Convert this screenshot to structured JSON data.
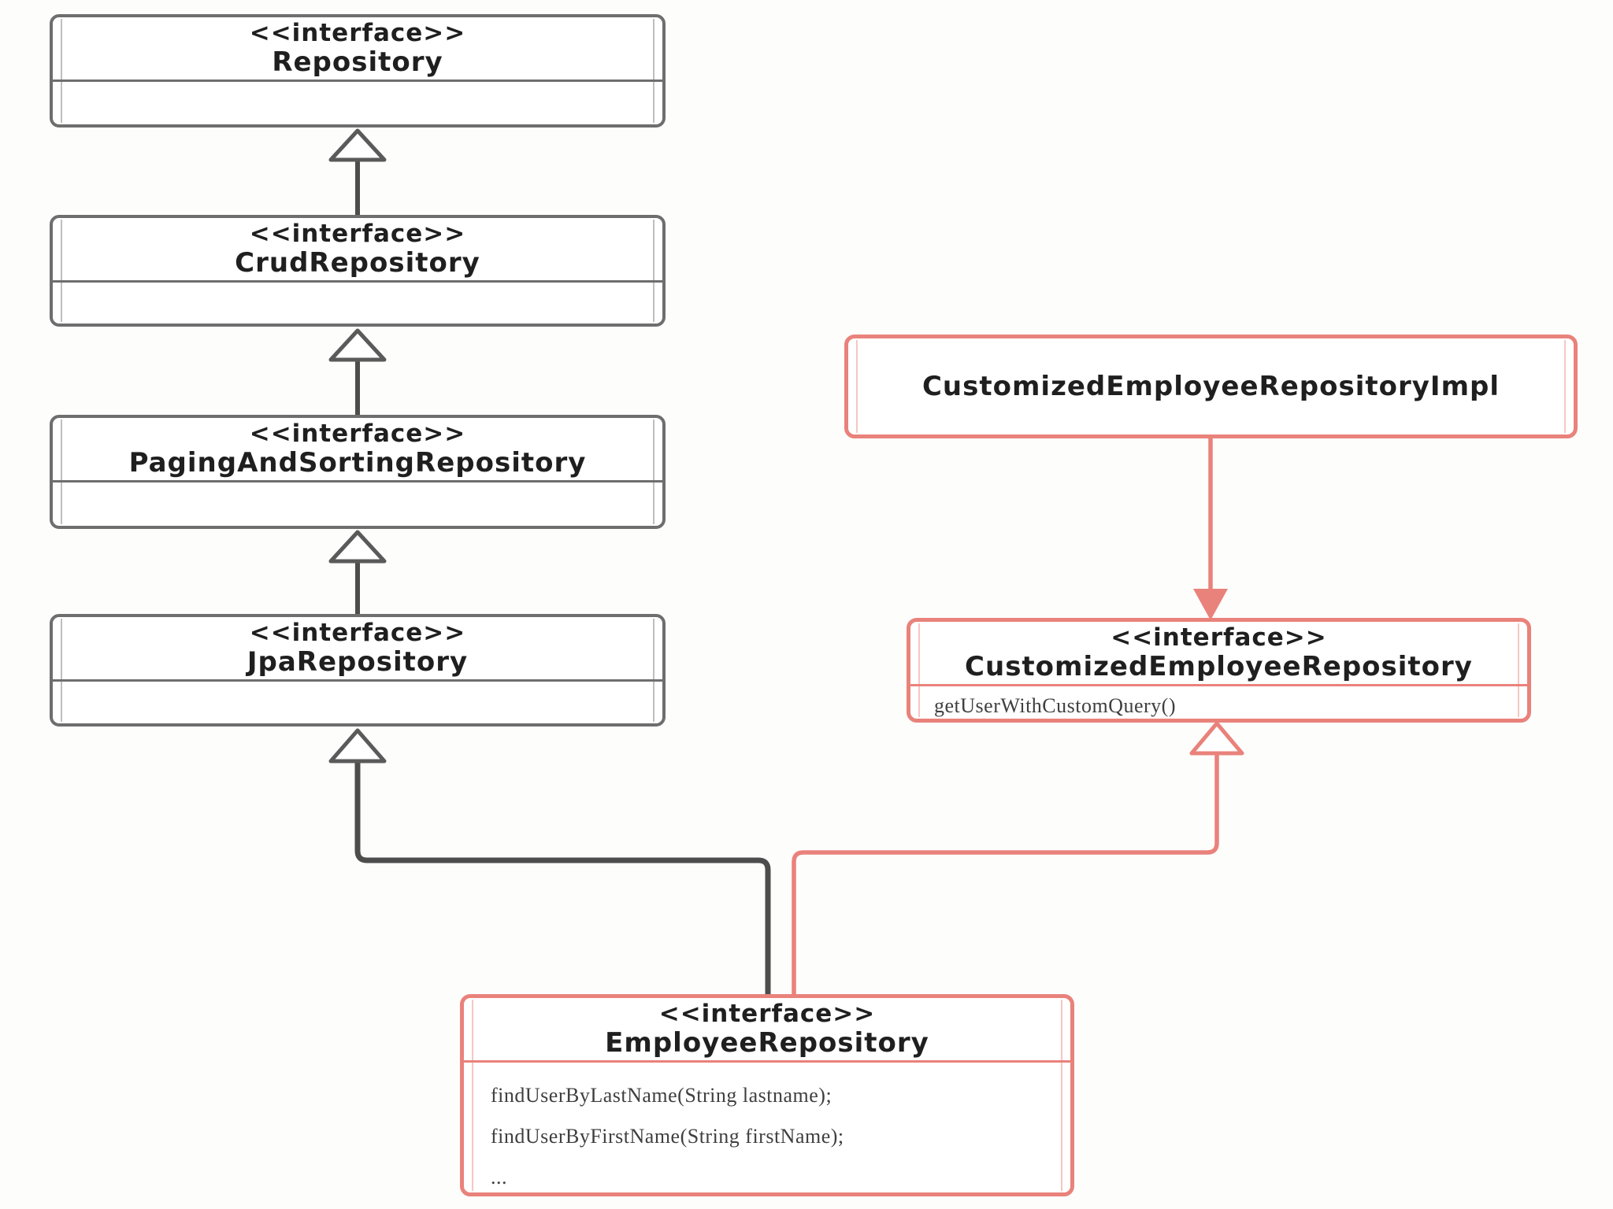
{
  "diagram": {
    "type": "uml-class-diagram",
    "classes": {
      "repository": {
        "stereotype": "<<interface>>",
        "name": "Repository"
      },
      "crud_repository": {
        "stereotype": "<<interface>>",
        "name": "CrudRepository"
      },
      "paging_and_sorting_repository": {
        "stereotype": "<<interface>>",
        "name": "PagingAndSortingRepository"
      },
      "jpa_repository": {
        "stereotype": "<<interface>>",
        "name": "JpaRepository"
      },
      "customized_employee_repository_impl": {
        "name": "CustomizedEmployeeRepositoryImpl"
      },
      "customized_employee_repository": {
        "stereotype": "<<interface>>",
        "name": "CustomizedEmployeeRepository",
        "methods": [
          "getUserWithCustomQuery()"
        ]
      },
      "employee_repository": {
        "stereotype": "<<interface>>",
        "name": "EmployeeRepository",
        "methods": [
          "findUserByLastName(String lastname);",
          "findUserByFirstName(String firstName);",
          "..."
        ]
      }
    },
    "relations": [
      {
        "from": "CrudRepository",
        "to": "Repository",
        "type": "generalization"
      },
      {
        "from": "PagingAndSortingRepository",
        "to": "CrudRepository",
        "type": "generalization"
      },
      {
        "from": "JpaRepository",
        "to": "PagingAndSortingRepository",
        "type": "generalization"
      },
      {
        "from": "EmployeeRepository",
        "to": "JpaRepository",
        "type": "generalization"
      },
      {
        "from": "EmployeeRepository",
        "to": "CustomizedEmployeeRepository",
        "type": "generalization"
      },
      {
        "from": "CustomizedEmployeeRepositoryImpl",
        "to": "CustomizedEmployeeRepository",
        "type": "directed-arrow"
      }
    ],
    "colors": {
      "background": "#fdfdfc",
      "gray_border": "#6e6e6e",
      "gray_line": "#4d4d4d",
      "triangle_stroke": "#5a5a5a",
      "red": "#e9827b",
      "title_text": "#1f1f1f",
      "method_text": "#3f3f3f"
    }
  }
}
